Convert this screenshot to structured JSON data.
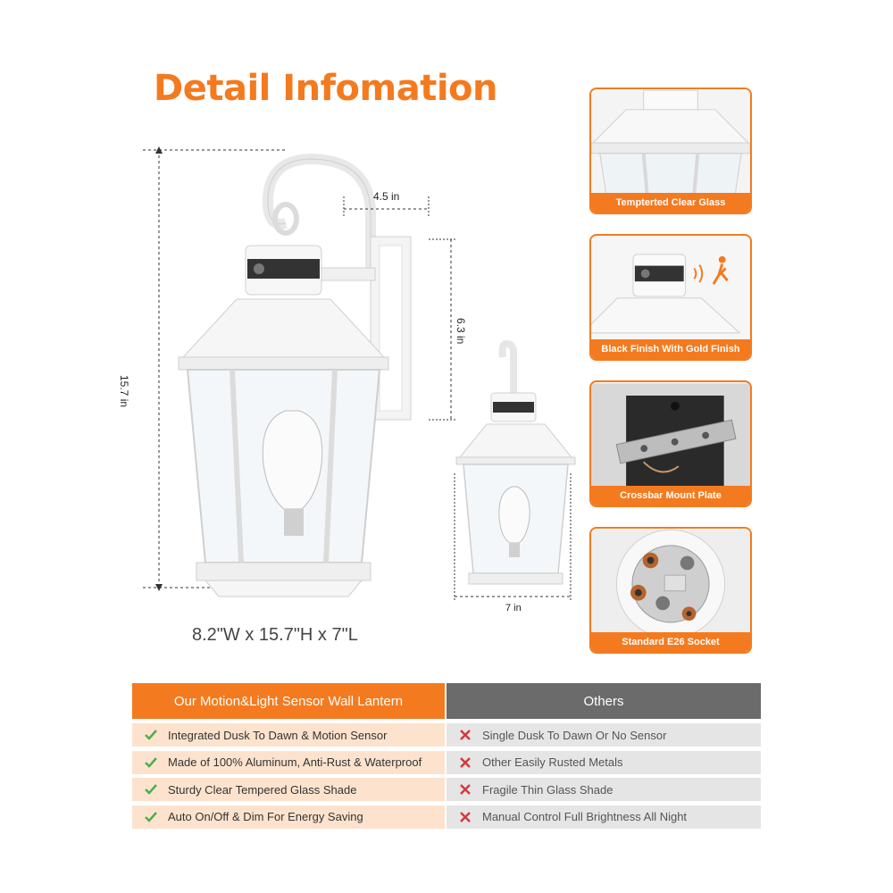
{
  "title": "Detail Infomation",
  "dimensions": {
    "summary": "8.2\"W x 15.7\"H x 7\"L",
    "height": "15.7 in",
    "depth": "4.5 in",
    "backplate": "6.3 in",
    "width": "7 in"
  },
  "features": [
    {
      "label": "Tempterted Clear Glass"
    },
    {
      "label": "Black Finish With Gold Finish"
    },
    {
      "label": "Crossbar Mount Plate"
    },
    {
      "label": "Standard E26 Socket"
    }
  ],
  "comparison": {
    "ours_header": "Our Motion&Light Sensor Wall Lantern",
    "others_header": "Others",
    "rows": [
      {
        "ours": "Integrated Dusk To Dawn & Motion Sensor",
        "others": "Single Dusk To Dawn Or No Sensor"
      },
      {
        "ours": "Made of 100% Aluminum, Anti-Rust & Waterproof",
        "others": "Other Easily Rusted Metals"
      },
      {
        "ours": "Sturdy Clear Tempered Glass Shade",
        "others": "Fragile Thin Glass Shade"
      },
      {
        "ours": "Auto On/Off & Dim For Energy Saving",
        "others": "Manual Control Full Brightness All Night"
      }
    ]
  },
  "colors": {
    "accent": "#f47a1f",
    "others": "#6b6b6b",
    "check": "#4caf50",
    "cross": "#d33a3a"
  }
}
